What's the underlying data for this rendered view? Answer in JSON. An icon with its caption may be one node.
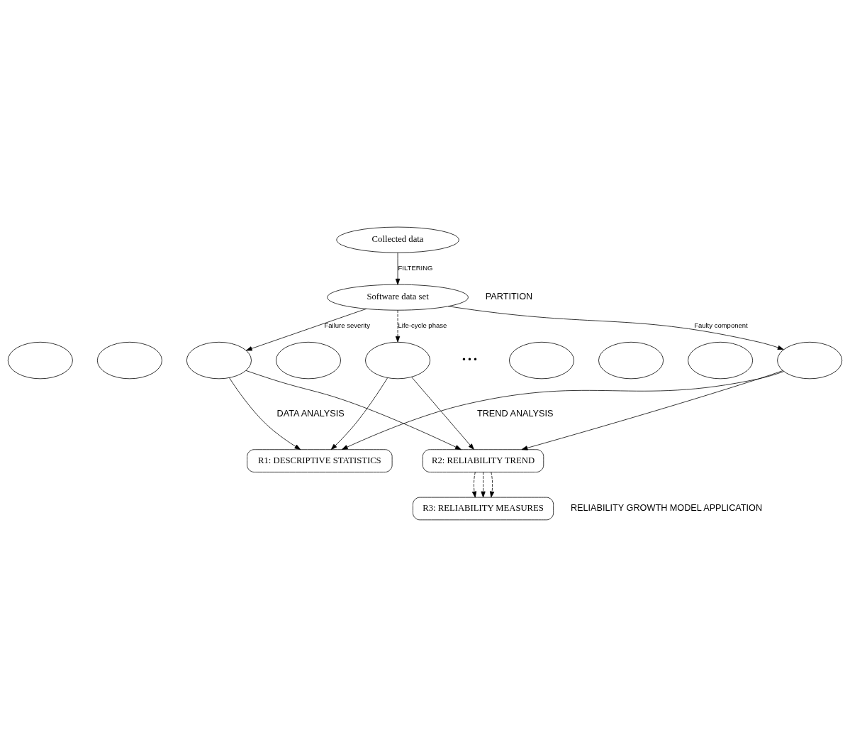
{
  "diagram": {
    "nodes": [
      {
        "text": [
          "Collected data"
        ]
      },
      {
        "text": [
          "Software data set"
        ]
      },
      {
        "text": [],
        "shape": "ellipse"
      },
      {
        "text": [],
        "shape": "ellipse"
      },
      {
        "text": [],
        "shape": "ellipse"
      },
      {
        "text": [],
        "shape": "ellipse"
      },
      {
        "text": [],
        "shape": "ellipse"
      },
      {
        "text": [],
        "shape": "ellipse"
      },
      {
        "text": [],
        "shape": "ellipse"
      },
      {
        "text": [],
        "shape": "ellipse"
      },
      {
        "text": [],
        "shape": "ellipse"
      },
      {
        "text": [
          "R1: DESCRIPTIVE STATISTICS"
        ]
      },
      {
        "text": [
          "R2: RELIABILITY TREND"
        ]
      },
      {
        "text": [
          "R3: RELIABILITY MEASURES"
        ]
      }
    ],
    "edges": [
      {
        "from": 0,
        "to": 1,
        "arrow": "to",
        "label": "FILTERING"
      },
      {
        "from": 1,
        "to": 4,
        "arrow": "to",
        "label": "Failure severity"
      },
      {
        "from": 1,
        "to": 6,
        "arrow": "to",
        "label": "Life-cycle phase",
        "style": "dashed"
      },
      {
        "from": 1,
        "to": 10,
        "arrow": "to",
        "label": "Faulty component"
      },
      {
        "from": 4,
        "to": 11,
        "arrow": "to"
      },
      {
        "from": 4,
        "to": 12,
        "arrow": "to"
      },
      {
        "from": 6,
        "to": 11,
        "arrow": "to"
      },
      {
        "from": 6,
        "to": 12,
        "arrow": "to"
      },
      {
        "from": 10,
        "to": 11,
        "arrow": "to"
      },
      {
        "from": 10,
        "to": 12,
        "arrow": "to"
      },
      {
        "from": 12,
        "to": 13,
        "arrow": "to",
        "style": "dashed"
      },
      {
        "from": 12,
        "to": 13,
        "arrow": "to",
        "style": "dashed"
      },
      {
        "from": 12,
        "to": 13,
        "arrow": "to",
        "style": "dashed"
      }
    ],
    "labels": [
      "PARTITION",
      "• • •",
      "DATA ANALYSIS",
      "TREND ANALYSIS",
      "RELIABILITY GROWTH MODEL APPLICATION"
    ]
  }
}
